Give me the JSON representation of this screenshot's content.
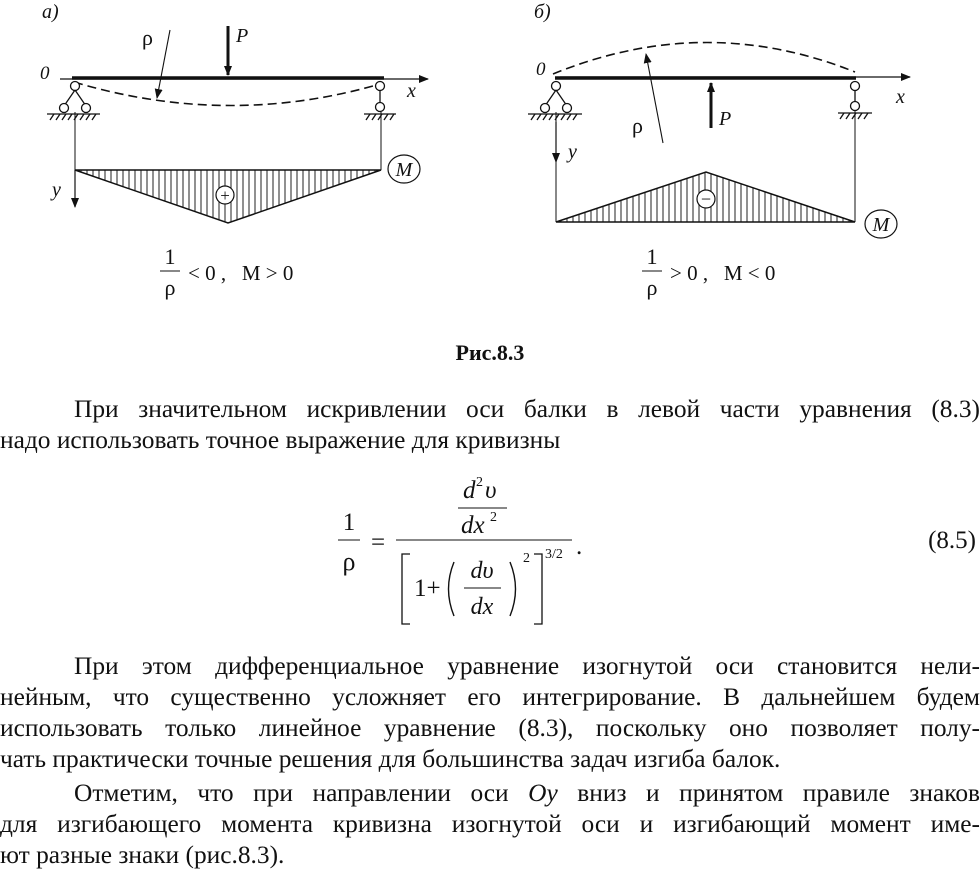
{
  "figure": {
    "left_label": "а)",
    "right_label": "б)",
    "origin_left": "0",
    "origin_right": "0",
    "axis_x_left": "x",
    "axis_x_right": "x",
    "axis_y_left": "y",
    "axis_y_right": "y",
    "rho_left": "ρ",
    "rho_right": "ρ",
    "force_left": "P",
    "force_right": "P",
    "moment_left": "M",
    "moment_right": "M",
    "sign_left": "+",
    "sign_right": "−",
    "cond_left_num": "1",
    "cond_left_den": "ρ",
    "cond_left_rest": "< 0 ,   M > 0",
    "cond_right_num": "1",
    "cond_right_den": "ρ",
    "cond_right_rest": "> 0 ,   M < 0"
  },
  "caption": "Рис.8.3",
  "paragraph1": [
    "При значительном искривлении оси балки в левой части уравнения (8.3)",
    "надо использовать точное выражение для кривизны"
  ],
  "equation": {
    "lhs_num": "1",
    "lhs_den": "ρ",
    "equals": "=",
    "num_d": "d",
    "num_exp": "2",
    "num_v": "υ",
    "den_dx": "dx",
    "den_exp": "2",
    "one_plus": "1+",
    "inner_num": "dυ",
    "inner_den": "dx",
    "inner_exp": "2",
    "outer_exp": "3/2",
    "period": ".",
    "number": "(8.5)"
  },
  "paragraph2": [
    "При этом дифференциальное уравнение изогнутой оси становится нели-",
    "нейным, что существенно усложняет его интегрирование. В дальнейшем будем",
    "использовать только линейное уравнение (8.3), поскольку оно позволяет полу-",
    "чать практически точные решения для большинства задач изгиба балок."
  ],
  "paragraph3": {
    "line1_before": "Отметим, что при направлении оси ",
    "line1_axis": "Oy",
    "line1_after": " вниз и принятом правиле знаков",
    "line2": "для изгибающего момента кривизна изогнутой оси и изгибающий момент име-",
    "line3": "ют разные знаки (рис.8.3)."
  }
}
